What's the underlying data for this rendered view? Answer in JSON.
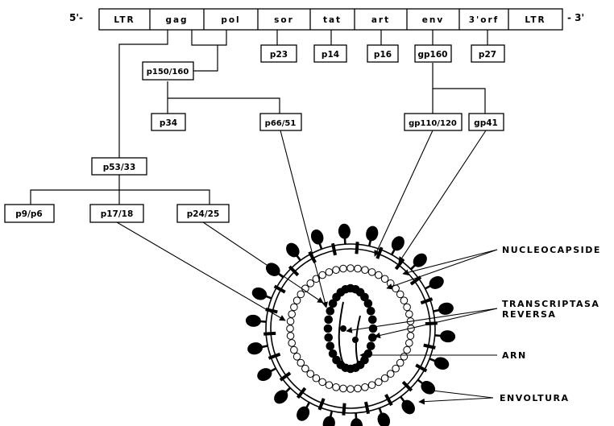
{
  "genome": {
    "five_prime": "5'-",
    "three_prime": "- 3'",
    "genes": [
      "LTR",
      "gag",
      "pol",
      "sor",
      "tat",
      "art",
      "env",
      "3'orf",
      "LTR"
    ]
  },
  "proteins": {
    "p23": "p23",
    "p14": "p14",
    "p16": "p16",
    "gp160": "gp160",
    "p27": "p27",
    "p150_160": "p150/160",
    "p34": "p34",
    "p66_51": "p66/51",
    "gp110_120": "gp110/120",
    "gp41": "gp41",
    "p53_33": "p53/33",
    "p9_p6": "p9/p6",
    "p17_18": "p17/18",
    "p24_25": "p24/25"
  },
  "virion_labels": {
    "nucleocapside": "NUCLEOCAPSIDE",
    "transcriptasa_line1": "TRANSCRIPTASA",
    "transcriptasa_line2": "REVERSA",
    "arn": "ARN",
    "envoltura": "ENVOLTURA"
  }
}
